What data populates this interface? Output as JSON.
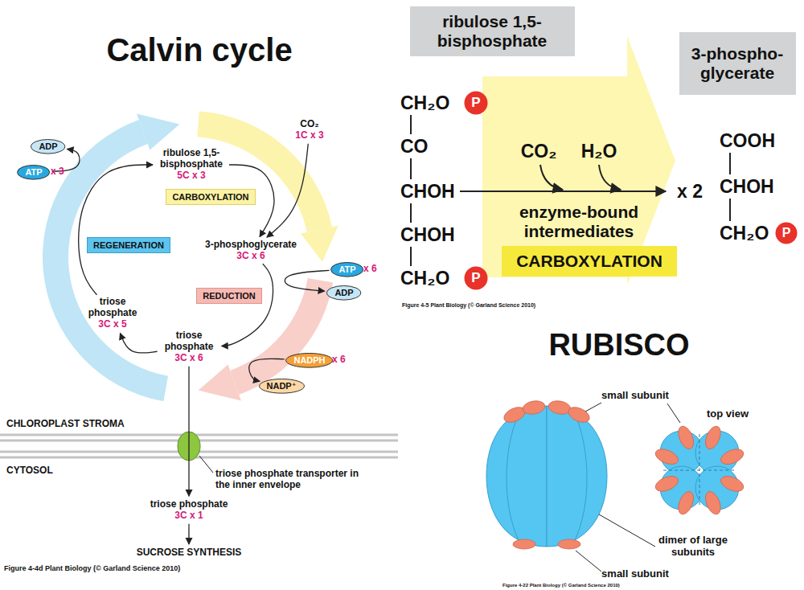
{
  "diagram": {
    "title": "Calvin cycle",
    "nodes": [
      {
        "text": [
          "ribulose 1,5-bisphosphate",
          "5C x 3"
        ]
      },
      {
        "text": [
          "CO₂",
          "1C x 3"
        ]
      },
      {
        "text": [
          "CARBOXYLATION"
        ]
      },
      {
        "text": [
          "3-phosphoglycerate",
          "3C x 6"
        ]
      },
      {
        "text": [
          "ATP"
        ]
      },
      {
        "text": [
          "ADP"
        ]
      },
      {
        "text": [
          "REDUCTION"
        ]
      },
      {
        "text": [
          "NADPH"
        ]
      },
      {
        "text": [
          "NADP⁺"
        ]
      },
      {
        "text": [
          "triose phosphate",
          "3C x 6"
        ]
      },
      {
        "text": [
          "triose phosphate",
          "3C x 5"
        ]
      },
      {
        "text": [
          "REGENERATION"
        ]
      },
      {
        "text": [
          "ADP"
        ]
      },
      {
        "text": [
          "ATP"
        ]
      },
      {
        "text": [
          "triose phosphate",
          "3C x 1"
        ]
      },
      {
        "text": [
          "SUCROSE SYNTHESIS"
        ]
      },
      {
        "text": [
          "ribulose 1,5-bisphosphate"
        ]
      },
      {
        "text": [
          "3-phospho- glycerate"
        ]
      },
      {
        "text": [
          "P"
        ]
      },
      {
        "text": [
          "P"
        ]
      },
      {
        "text": [
          "CARBOXYLATION"
        ]
      },
      {
        "text": [
          "P"
        ]
      }
    ],
    "edges": [
      {
        "from": 0,
        "to": 3,
        "arrow": "to"
      },
      {
        "from": 1,
        "to": 3,
        "arrow": "to"
      },
      {
        "from": 3,
        "to": 9,
        "arrow": "to"
      },
      {
        "from": 4,
        "to": 5,
        "arrow": "to"
      },
      {
        "from": 7,
        "to": 8,
        "arrow": "to"
      },
      {
        "from": 9,
        "to": 10,
        "arrow": "to"
      },
      {
        "from": 10,
        "to": 0,
        "arrow": "to"
      },
      {
        "from": 13,
        "to": 12,
        "arrow": "to"
      },
      {
        "from": 9,
        "to": 14,
        "arrow": "to"
      },
      {
        "from": 14,
        "to": 15,
        "arrow": "to"
      }
    ],
    "labels": [
      "x 6",
      "x 6",
      "x 3",
      "CHLOROPLAST STROMA",
      "CYTOSOL",
      "triose phosphate transporter in the inner envelope",
      "Figure 4-4d Plant Biology (© Garland Science 2010)",
      "CH₂O",
      "CO",
      "CHOH",
      "CHOH",
      "CH₂O",
      "CO₂",
      "H₂O",
      "enzyme-bound intermediates",
      "x 2",
      "COOH",
      "CHOH",
      "CH₂O",
      "Figure 4-5 Plant Biology (© Garland Science 2010)",
      "RUBISCO",
      "small subunit",
      "top view",
      "dimer of large subunits",
      "small subunit",
      "Figure 4-22 Plant Biology (© Garland Science 2010)"
    ]
  }
}
